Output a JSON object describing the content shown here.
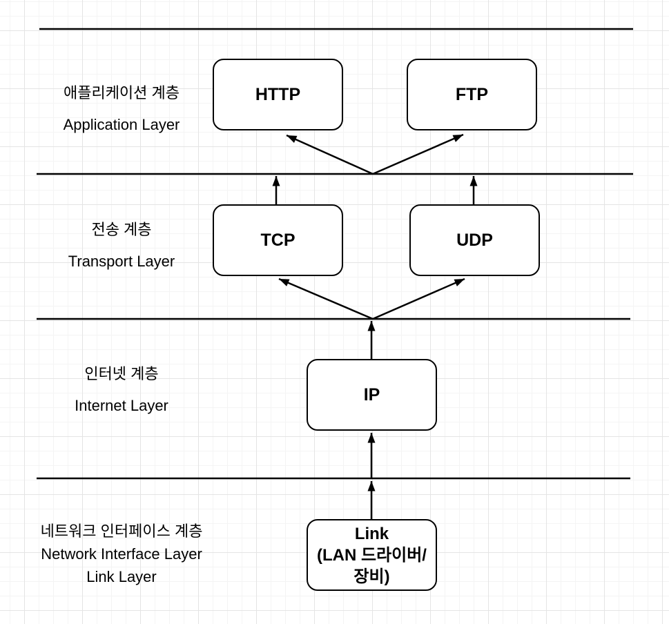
{
  "colors": {
    "stroke": "#000000",
    "box_fill": "#ffffff",
    "text": "#000000",
    "canvas_background": "#ffffff",
    "grid_minor": "#f4f4f4",
    "grid_major": "#e4e4e4"
  },
  "layers": [
    {
      "name_ko": "애플리케이션 계층",
      "name_en": "Application Layer",
      "nodes": [
        "HTTP",
        "FTP"
      ]
    },
    {
      "name_ko": "전송 계층",
      "name_en": "Transport Layer",
      "nodes": [
        "TCP",
        "UDP"
      ]
    },
    {
      "name_ko": "인터넷 계층",
      "name_en": "Internet Layer",
      "nodes": [
        "IP"
      ]
    },
    {
      "name_ko": "네트워크 인터페이스 계층",
      "name_en": "Network Interface Layer",
      "name_en2": "Link Layer",
      "nodes": [
        "Link (LAN 드라이버/ 장비)"
      ]
    }
  ],
  "nodes": {
    "http": {
      "label": "HTTP"
    },
    "ftp": {
      "label": "FTP"
    },
    "tcp": {
      "label": "TCP"
    },
    "udp": {
      "label": "UDP"
    },
    "ip": {
      "label": "IP"
    },
    "link": {
      "label": "Link\n(LAN 드라이버/\n장비)"
    }
  }
}
